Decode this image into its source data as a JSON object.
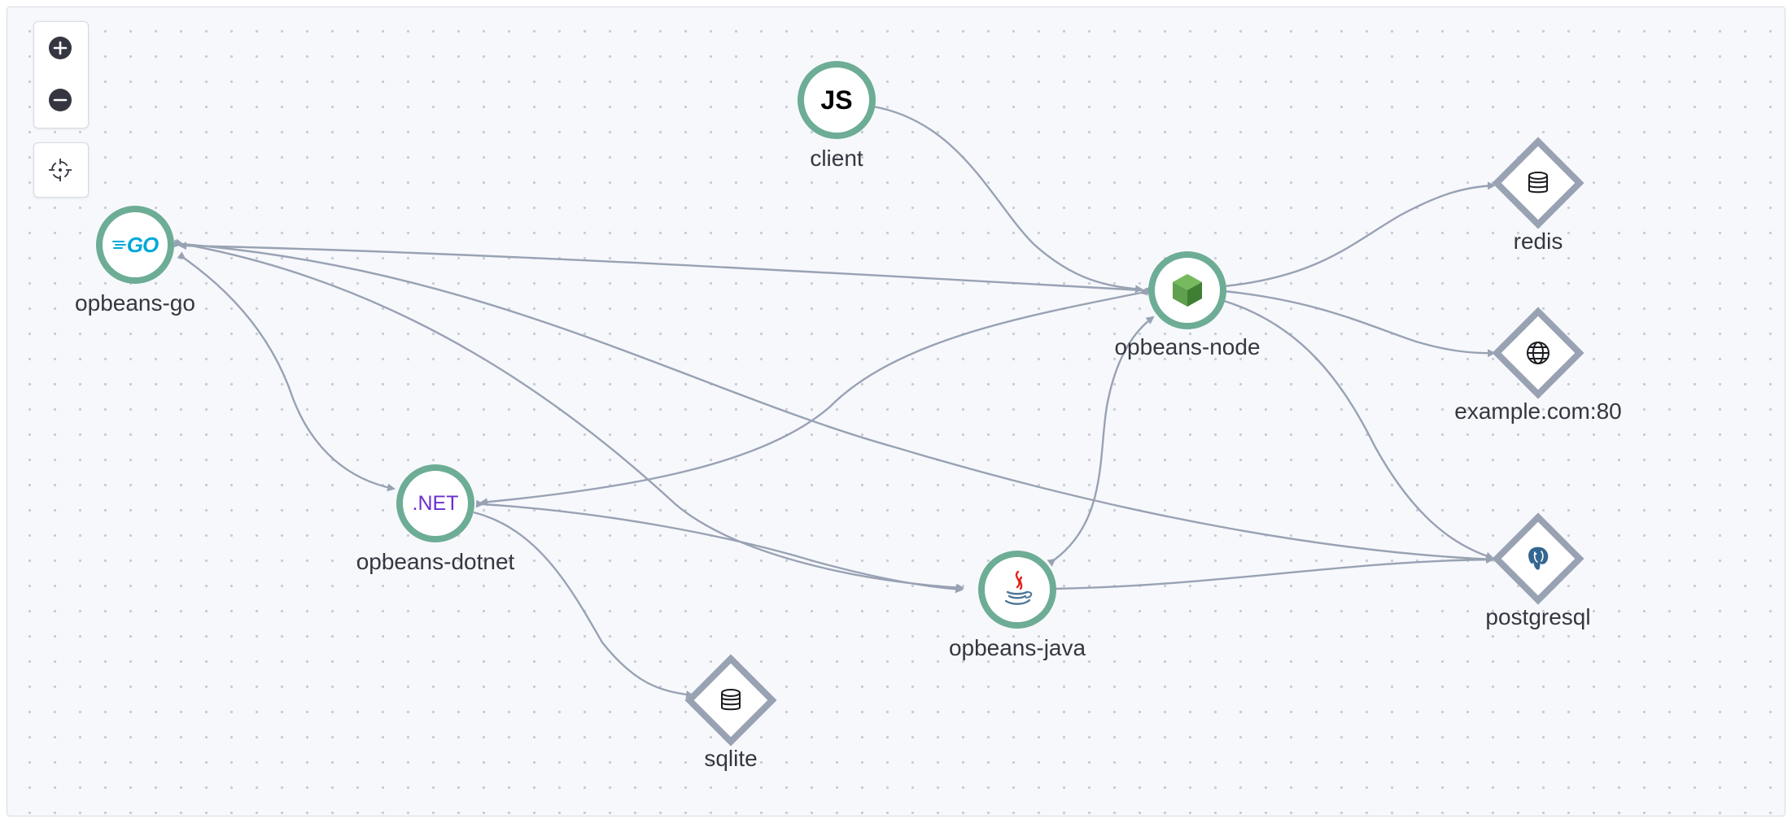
{
  "controls": {
    "zoom_in": "zoom-in",
    "zoom_out": "zoom-out",
    "center": "center-map"
  },
  "nodes": {
    "client": {
      "label": "client",
      "icon": "javascript-icon",
      "icon_text": "JS",
      "kind": "service"
    },
    "opbeans_go": {
      "label": "opbeans-go",
      "icon": "go-icon",
      "icon_text": "GO",
      "kind": "service"
    },
    "opbeans_node": {
      "label": "opbeans-node",
      "icon": "nodejs-icon",
      "kind": "service"
    },
    "opbeans_dotnet": {
      "label": "opbeans-dotnet",
      "icon": "dotnet-icon",
      "icon_text": ".NET",
      "kind": "service"
    },
    "opbeans_java": {
      "label": "opbeans-java",
      "icon": "java-icon",
      "kind": "service"
    },
    "redis": {
      "label": "redis",
      "icon": "database-icon",
      "kind": "external"
    },
    "example": {
      "label": "example.com:80",
      "icon": "globe-icon",
      "kind": "external"
    },
    "postgresql": {
      "label": "postgresql",
      "icon": "postgresql-icon",
      "kind": "external"
    },
    "sqlite": {
      "label": "sqlite",
      "icon": "database-icon",
      "kind": "external"
    }
  },
  "colors": {
    "service_ring": "#6dad95",
    "external_border": "#98a2b3",
    "edge": "#98a2b3",
    "label": "#343741"
  }
}
